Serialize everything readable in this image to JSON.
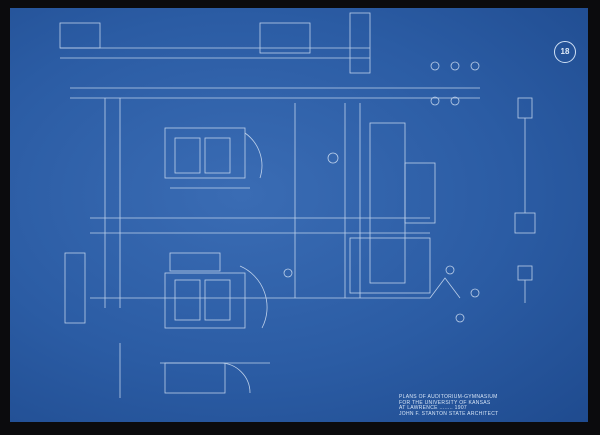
{
  "drawing": {
    "sheet_number": "18",
    "title_block": [
      "PLANS OF AUDITORIUM-GYMNASIUM",
      "FOR THE UNIVERSITY OF KANSAS",
      "AT LAWRENCE ........ 1907",
      "JOHN F. STANTON STATE ARCHITECT"
    ],
    "colors": {
      "paper": "#2d5fa6",
      "lines": "#d6e4f6",
      "border": "#0b0b0d"
    }
  }
}
